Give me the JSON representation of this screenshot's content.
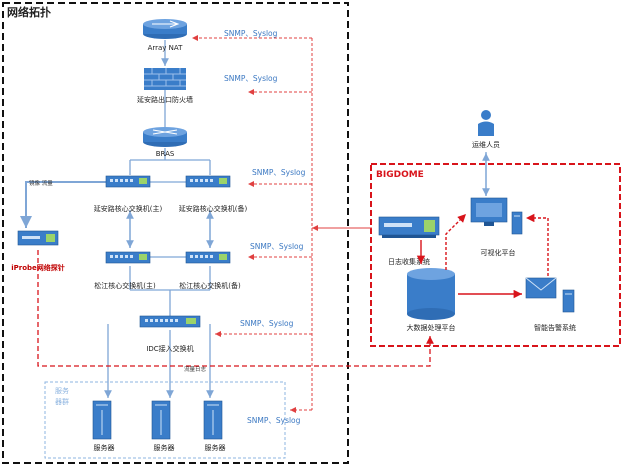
{
  "topology": {
    "title": "网络拓扑",
    "devices": {
      "array_nat": "Array NAT",
      "firewall": "延安路出口防火墙",
      "bras": "BRAS",
      "core_main": "延安路核心交换机(主)",
      "core_backup": "延安路核心交换机(备)",
      "sj_main": "松江核心交换机(主)",
      "sj_backup": "松江核心交换机(备)",
      "idc_switch": "IDC接入交换机",
      "iprobe": "iProbe网络探针"
    },
    "server_group": {
      "label_line1": "服务",
      "label_line2": "器群",
      "servers": [
        "服务器",
        "服务器",
        "服务器"
      ]
    },
    "snmp_labels": [
      "SNMP、Syslog",
      "SNMP、Syslog",
      "SNMP、Syslog",
      "SNMP、Syslog",
      "SNMP、Syslog",
      "SNMP、Syslog"
    ],
    "mirror_label": "镜像 流量",
    "flow_log_label": "流量日志"
  },
  "bigdome": {
    "title": "BIGDOME",
    "ops_person": "运维人员",
    "log_system": "日志收集系统",
    "visual_platform": "可视化平台",
    "bigdata_platform": "大数据处理平台",
    "alert_system": "智能告警系统"
  },
  "colors": {
    "device_blue": "#3a7dc9",
    "link_blue": "#7fa6d6",
    "red": "#d8141b",
    "dashed_red": "#e04040",
    "snmp_text": "#3b78c2",
    "iprobe_text": "#c00000"
  }
}
